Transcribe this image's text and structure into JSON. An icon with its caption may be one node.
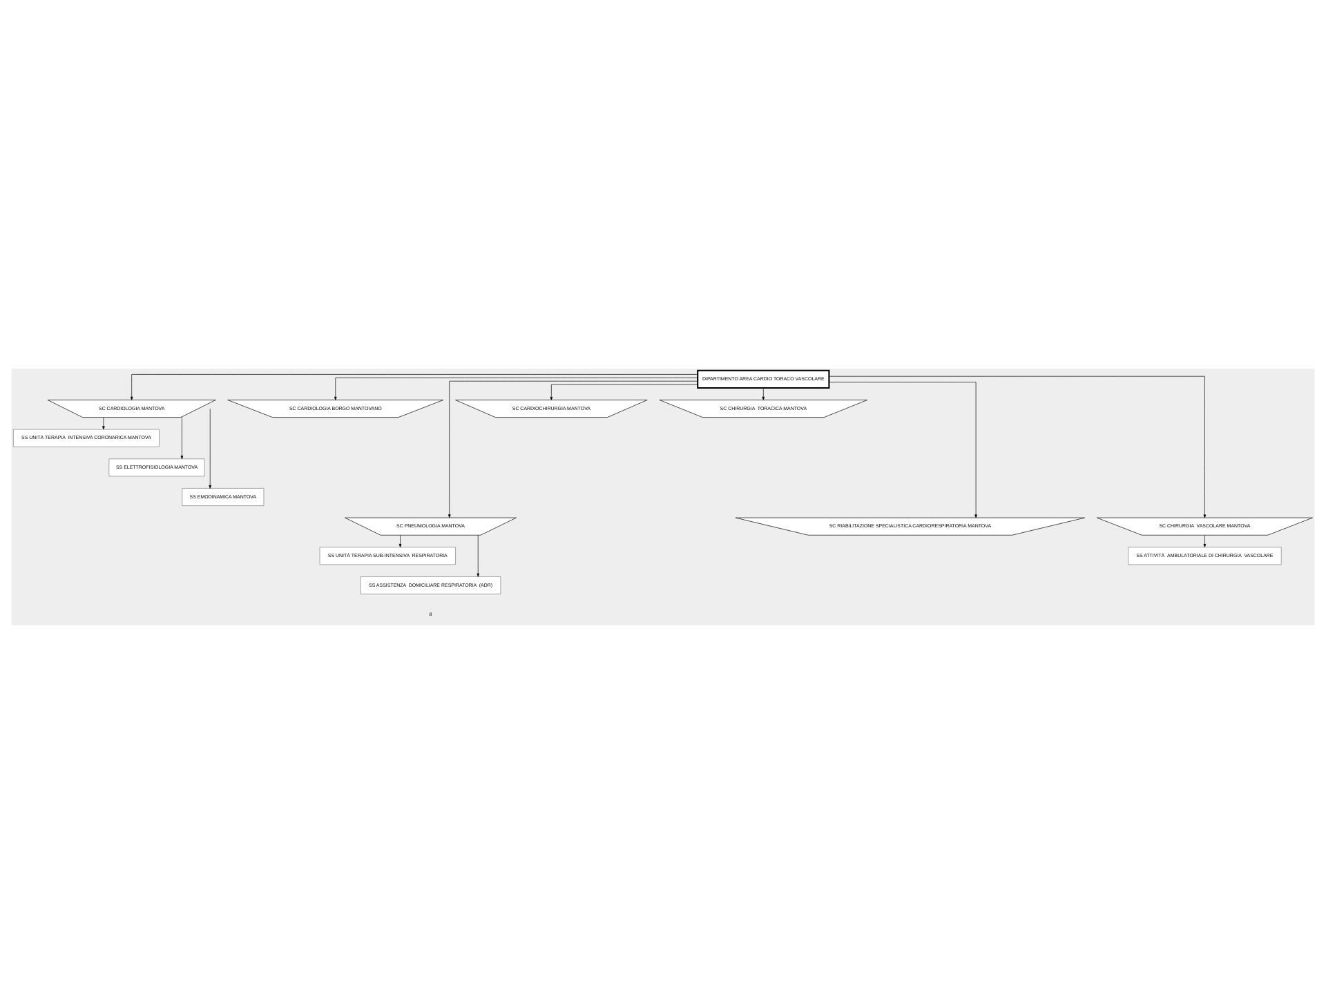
{
  "diagram": {
    "nodes": [
      {
        "text": [
          "DIPARTIMENTO AREA CARDIO TORACO VASCOLARE"
        ]
      },
      {
        "text": [
          "SC CARDIOLOGIA MANTOVA"
        ]
      },
      {
        "text": [
          "SC CARDIOLOGIA BORGO MANTOVANO"
        ]
      },
      {
        "text": [
          "SC CARDIOCHIRURGIA MANTOVA"
        ]
      },
      {
        "text": [
          "SC CHIRURGIA  TORACICA MANTOVA"
        ]
      },
      {
        "text": [
          "SS UNITÀ TERAPIA  INTENSIVA CORONARICA MANTOVA"
        ]
      },
      {
        "text": [
          "SS ELETTROFISIOLOGIA MANTOVA"
        ]
      },
      {
        "text": [
          "SS EMODINAMICA MANTOVA"
        ]
      },
      {
        "text": [
          "SC PNEUMOLOGIA MANTOVA"
        ]
      },
      {
        "text": [
          "SC RIABILITAZIONE SPECIALISTICA CARDIORESPIRATORIA MANTOVA"
        ]
      },
      {
        "text": [
          "SC CHIRURGIA  VASCOLARE MANTOVA"
        ]
      },
      {
        "text": [
          "SS UNITÀ TERAPIA SUB-INTENSIVA  RESPIRATORIA"
        ]
      },
      {
        "text": [
          "SS ASSISTENZA  DOMICILIARE RESPIRATORIA  (ADR)"
        ]
      },
      {
        "text": [
          "SS ATTIVITÀ  AMBULATORIALE DI CHIRURGIA  VASCOLARE"
        ]
      }
    ],
    "edges": [
      {
        "from": 0,
        "to": 1,
        "arrow": "to"
      },
      {
        "from": 0,
        "to": 2,
        "arrow": "to"
      },
      {
        "from": 0,
        "to": 3,
        "arrow": "to"
      },
      {
        "from": 0,
        "to": 4,
        "arrow": "to"
      },
      {
        "from": 1,
        "to": 5,
        "arrow": "to"
      },
      {
        "from": 1,
        "to": 6,
        "arrow": "to"
      },
      {
        "from": 1,
        "to": 7,
        "arrow": "to"
      },
      {
        "from": 0,
        "to": 8,
        "arrow": "to"
      },
      {
        "from": 0,
        "to": 9,
        "arrow": "to"
      },
      {
        "from": 0,
        "to": 10,
        "arrow": "to"
      },
      {
        "from": 8,
        "to": 11,
        "arrow": "to"
      },
      {
        "from": 8,
        "to": 12,
        "arrow": "to"
      },
      {
        "from": 10,
        "to": 13,
        "arrow": "to"
      }
    ],
    "labels": [
      "8"
    ]
  }
}
